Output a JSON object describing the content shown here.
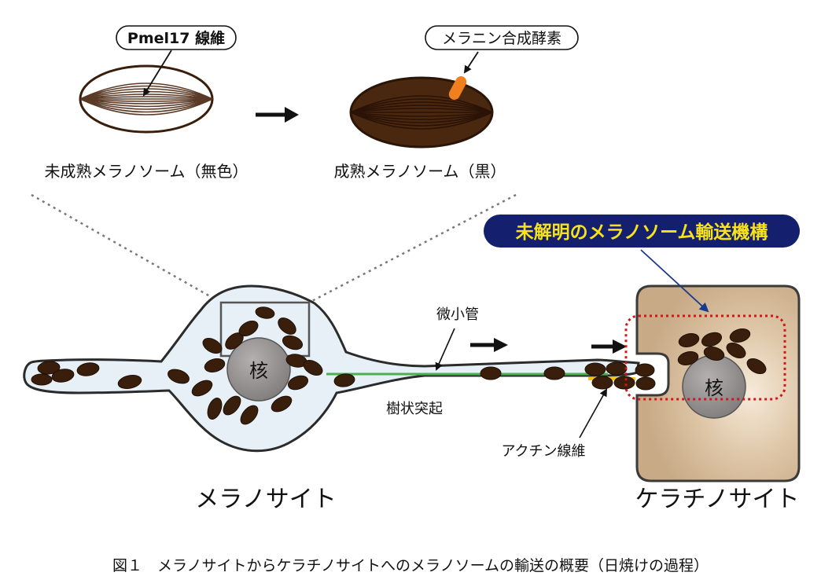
{
  "labels": {
    "pmel17": "Pmel17 線維",
    "enzyme": "メラニン合成酵素",
    "immature": "未成熟メラノソーム（無色）",
    "mature": "成熟メラノソーム（黒）",
    "unknown_mechanism": "未解明のメラノソーム輸送機構",
    "microtubule": "微小管",
    "dendrite": "樹状突起",
    "actin": "アクチン線維",
    "nucleus_melanocyte": "核",
    "nucleus_keratinocyte": "核",
    "melanocyte": "メラノサイト",
    "keratinocyte": "ケラチノサイト"
  },
  "caption": "図１　メラノサイトからケラチノサイトへのメラノソームの輸送の概要（日焼けの過程）",
  "colors": {
    "melanosome": "#3a1e0c",
    "melanocyte_fill": "#e6f0f6",
    "keratinocyte_fill": "#c9ad8b",
    "nucleus": "#8e8b8a",
    "microtubule": "#4caf50",
    "actin": "#f5c518",
    "enzyme": "#f07f1e",
    "badge_bg": "#14206e",
    "badge_text": "#f7e21c",
    "highlight": "#d3151b"
  }
}
